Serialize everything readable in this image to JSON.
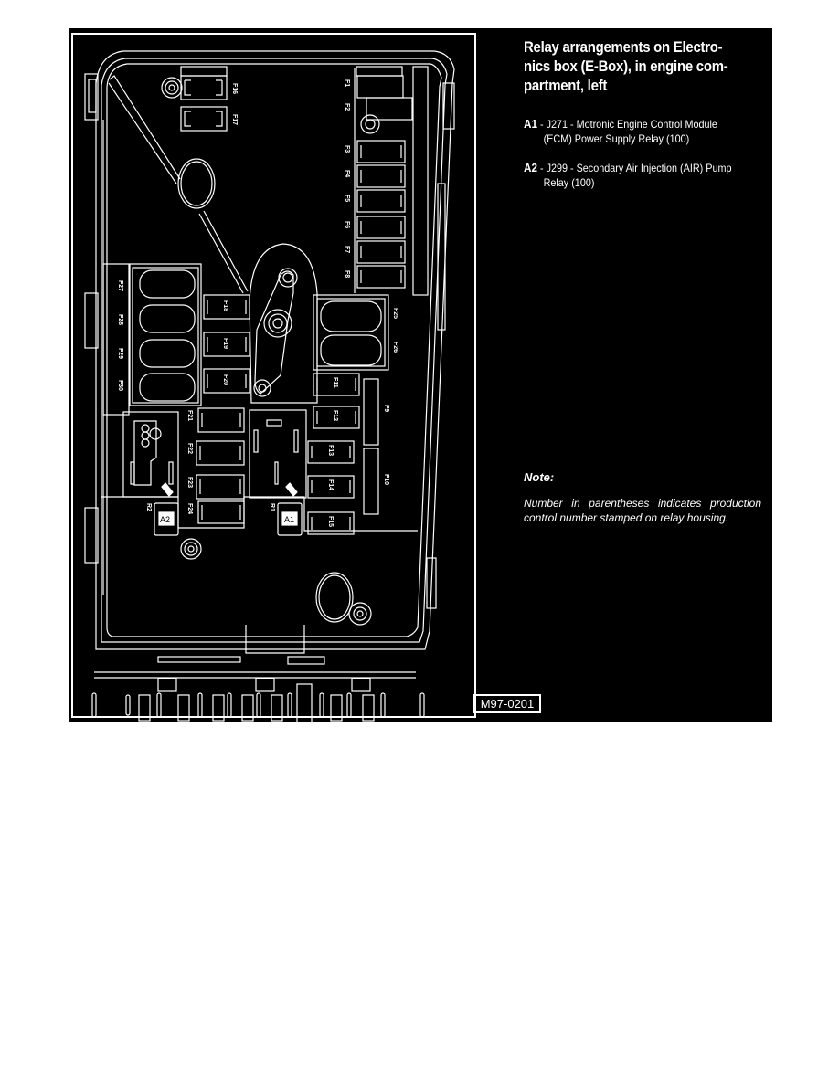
{
  "figure": {
    "id": "M97-0201",
    "title": "Relay arrangements on Electronics box (E-Box), in engine compartment, left",
    "title_lines": [
      "Relay arrangements on Electro-",
      "nics box (E-Box), in engine com-",
      "partment, left"
    ]
  },
  "legend": [
    {
      "code": "A1",
      "separator": " - ",
      "line1": "J271 - Motronic Engine Control Module",
      "line2": "(ECM) Power Supply Relay (100)"
    },
    {
      "code": "A2",
      "separator": " - ",
      "line1": "J299 - Secondary Air Injection (AIR) Pump",
      "line2": "Relay (100)"
    }
  ],
  "note": {
    "heading": "Note:",
    "text": "Number in parentheses indicates production control number stamped on relay housing."
  },
  "diagram": {
    "fuse_labels": [
      "F1",
      "F2",
      "F3",
      "F4",
      "F5",
      "F6",
      "F7",
      "F8",
      "F9",
      "F10",
      "F11",
      "F12",
      "F13",
      "F14",
      "F15",
      "F16",
      "F17",
      "F18",
      "F19",
      "F20",
      "F21",
      "F22",
      "F23",
      "F24",
      "F25",
      "F26",
      "F27",
      "F28",
      "F29",
      "F30"
    ],
    "relay_positions": [
      "R1",
      "R2"
    ],
    "relay_callouts": [
      "A1",
      "A2"
    ],
    "colors": {
      "background": "#000000",
      "lines": "#ffffff",
      "page": "#ffffff"
    }
  }
}
